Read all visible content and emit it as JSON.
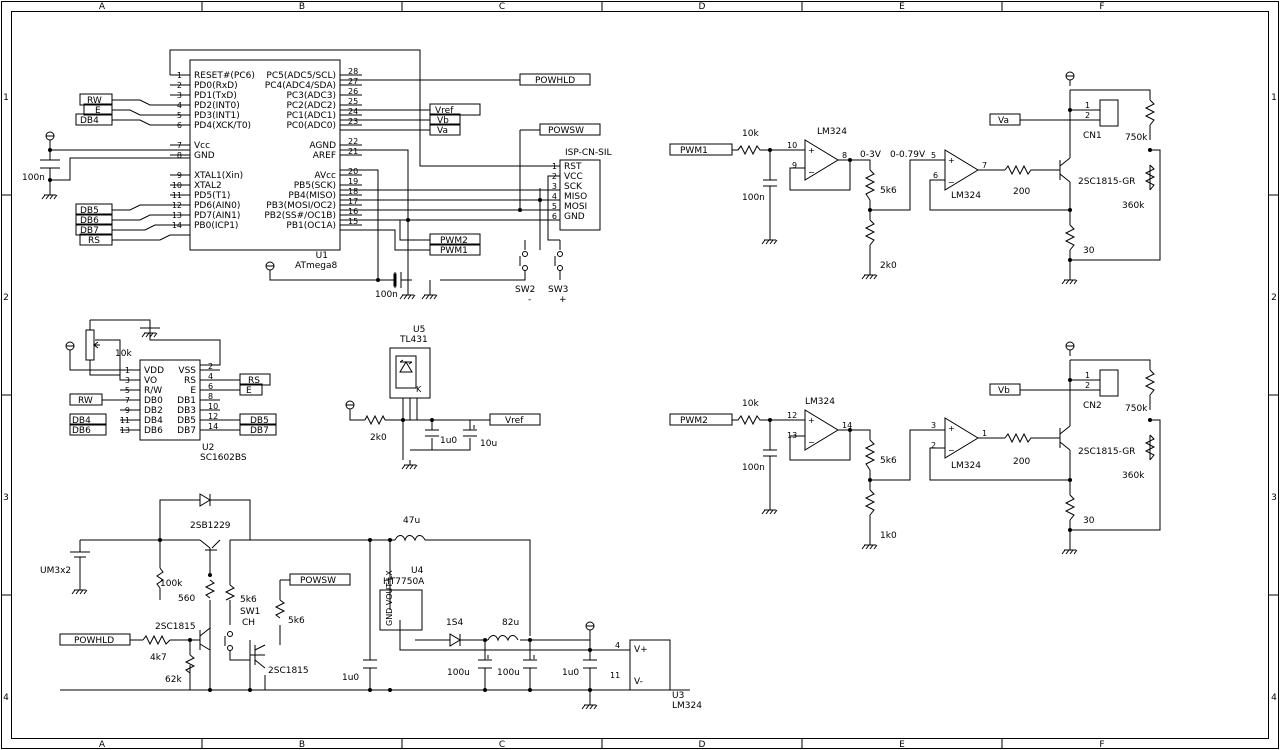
{
  "frame": {
    "columns": [
      "A",
      "B",
      "C",
      "D",
      "E",
      "F"
    ],
    "rows": [
      "1",
      "2",
      "3",
      "4"
    ]
  },
  "mcu": {
    "ref": "U1",
    "part": "ATmega8",
    "left_pins": [
      {
        "num": "1",
        "name": "RESET#(PC6)"
      },
      {
        "num": "2",
        "name": "PD0(RxD)"
      },
      {
        "num": "3",
        "name": "PD1(TxD)"
      },
      {
        "num": "4",
        "name": "PD2(INT0)"
      },
      {
        "num": "5",
        "name": "PD3(INT1)"
      },
      {
        "num": "6",
        "name": "PD4(XCK/T0)"
      },
      {
        "num": "7",
        "name": "Vcc"
      },
      {
        "num": "8",
        "name": "GND"
      },
      {
        "num": "9",
        "name": "XTAL1(Xin)"
      },
      {
        "num": "10",
        "name": "XTAL2"
      },
      {
        "num": "11",
        "name": "PD5(T1)"
      },
      {
        "num": "12",
        "name": "PD6(AIN0)"
      },
      {
        "num": "13",
        "name": "PD7(AIN1)"
      },
      {
        "num": "14",
        "name": "PB0(ICP1)"
      }
    ],
    "right_pins": [
      {
        "num": "28",
        "name": "PC5(ADC5/SCL)"
      },
      {
        "num": "27",
        "name": "PC4(ADC4/SDA)"
      },
      {
        "num": "26",
        "name": "PC3(ADC3)"
      },
      {
        "num": "25",
        "name": "PC2(ADC2)"
      },
      {
        "num": "24",
        "name": "PC1(ADC1)"
      },
      {
        "num": "23",
        "name": "PC0(ADC0)"
      },
      {
        "num": "22",
        "name": "AGND"
      },
      {
        "num": "21",
        "name": "AREF"
      },
      {
        "num": "20",
        "name": "AVcc"
      },
      {
        "num": "19",
        "name": "PB5(SCK)"
      },
      {
        "num": "18",
        "name": "PB4(MISO)"
      },
      {
        "num": "17",
        "name": "PB3(MOSI/OC2)"
      },
      {
        "num": "16",
        "name": "PB2(SS#/OC1B)"
      },
      {
        "num": "15",
        "name": "PB1(OC1A)"
      }
    ]
  },
  "isp": {
    "title": "ISP-CN-SIL",
    "pins": [
      {
        "num": "1",
        "name": "RST"
      },
      {
        "num": "2",
        "name": "VCC"
      },
      {
        "num": "3",
        "name": "SCK"
      },
      {
        "num": "4",
        "name": "MISO"
      },
      {
        "num": "5",
        "name": "MOSI"
      },
      {
        "num": "6",
        "name": "GND"
      }
    ]
  },
  "lcd": {
    "ref": "U2",
    "part": "SC1602BS",
    "left_pins": [
      {
        "num": "1",
        "name": "VDD"
      },
      {
        "num": "3",
        "name": "VO"
      },
      {
        "num": "5",
        "name": "R/W"
      },
      {
        "num": "7",
        "name": "DB0"
      },
      {
        "num": "9",
        "name": "DB2"
      },
      {
        "num": "11",
        "name": "DB4"
      },
      {
        "num": "13",
        "name": "DB6"
      }
    ],
    "right_pins": [
      {
        "num": "2",
        "name": "VSS"
      },
      {
        "num": "4",
        "name": "RS"
      },
      {
        "num": "6",
        "name": "E"
      },
      {
        "num": "8",
        "name": "DB1"
      },
      {
        "num": "10",
        "name": "DB3"
      },
      {
        "num": "12",
        "name": "DB5"
      },
      {
        "num": "14",
        "name": "DB7"
      }
    ]
  },
  "net_labels": {
    "powhld_top": "POWHLD",
    "powsw_top": "POWSW",
    "vref_mcu": "Vref",
    "vb_mcu": "Vb",
    "va_mcu": "Va",
    "rw_mcu": "RW",
    "e_mcu": "E",
    "db4_mcu": "DB4",
    "db5_mcu": "DB5",
    "db6_mcu": "DB6",
    "db7_mcu": "DB7",
    "rs_mcu": "RS",
    "pwm2_mcu": "PWM2",
    "pwm1_mcu": "PWM1",
    "rs_lcd": "RS",
    "e_lcd": "E",
    "rw_lcd": "RW",
    "db4_lcd": "DB4",
    "db6_lcd": "DB6",
    "db5_lcd": "DB5",
    "db7_lcd": "DB7",
    "vref_tl": "Vref",
    "powsw_pwr": "POWSW",
    "powhld_pwr": "POWHLD",
    "pwm1_ch": "PWM1",
    "va_ch": "Va",
    "pwm2_ch": "PWM2",
    "vb_ch": "Vb"
  },
  "components": {
    "c_mcu_vcc": "100n",
    "c_avcc": "100n",
    "sw2": "SW2",
    "sw2_sign": "-",
    "sw3": "SW3",
    "sw3_sign": "+",
    "pot_lcd": "10k",
    "u5_ref": "U5",
    "u5_part": "TL431",
    "r_tl": "2k0",
    "c_tl1": "1u0",
    "c_tl2": "10u",
    "pnp": "2SB1229",
    "battery": "UM3x2",
    "r_100k": "100k",
    "r_560": "560",
    "r_5k6a": "5k6",
    "sw1": "SW1",
    "sw1_ch": "CH",
    "r_5k6b": "5k6",
    "npn1": "2SC1815",
    "r_4k7": "4k7",
    "r_62k": "62k",
    "npn2": "2SC1815",
    "c_in": "1u0",
    "l_47u": "47u",
    "u4_ref": "U4",
    "u4_part": "HT7750A",
    "u4_pins": "GND VOUT LX",
    "diode": "1S4",
    "l_82u": "82u",
    "c_100u_a": "100u",
    "c_100u_b": "100u",
    "c_out": "1u0",
    "u3_vplus": "V+",
    "u3_vminus": "V-",
    "u3_pin4": "4",
    "u3_pin11": "11",
    "u3_ref": "U3",
    "u3_part": "LM324"
  },
  "channel1": {
    "r_in": "10k",
    "c_in": "100n",
    "opamp1": "LM324",
    "op1_p": "10",
    "op1_n": "9",
    "op1_o": "8",
    "v_range1": "0-3V",
    "v_range2": "0-0.79V",
    "r_div_top": "5k6",
    "r_div_bot": "2k0",
    "opamp2": "LM324",
    "op2_p": "5",
    "op2_n": "6",
    "op2_o": "7",
    "r_base": "200",
    "transistor": "2SC1815-GR",
    "r_emitter": "30",
    "r_fb1": "750k",
    "r_fb2": "360k",
    "connector": "CN1",
    "cn_pin1": "1",
    "cn_pin2": "2"
  },
  "channel2": {
    "r_in": "10k",
    "c_in": "100n",
    "opamp1": "LM324",
    "op1_p": "12",
    "op1_n": "13",
    "op1_o": "14",
    "r_div_top": "5k6",
    "r_div_bot": "1k0",
    "opamp2": "LM324",
    "op2_p": "3",
    "op2_n": "2",
    "op2_o": "1",
    "r_base": "200",
    "transistor": "2SC1815-GR",
    "r_emitter": "30",
    "r_fb1": "750k",
    "r_fb2": "360k",
    "connector": "CN2",
    "cn_pin1": "1",
    "cn_pin2": "2"
  }
}
